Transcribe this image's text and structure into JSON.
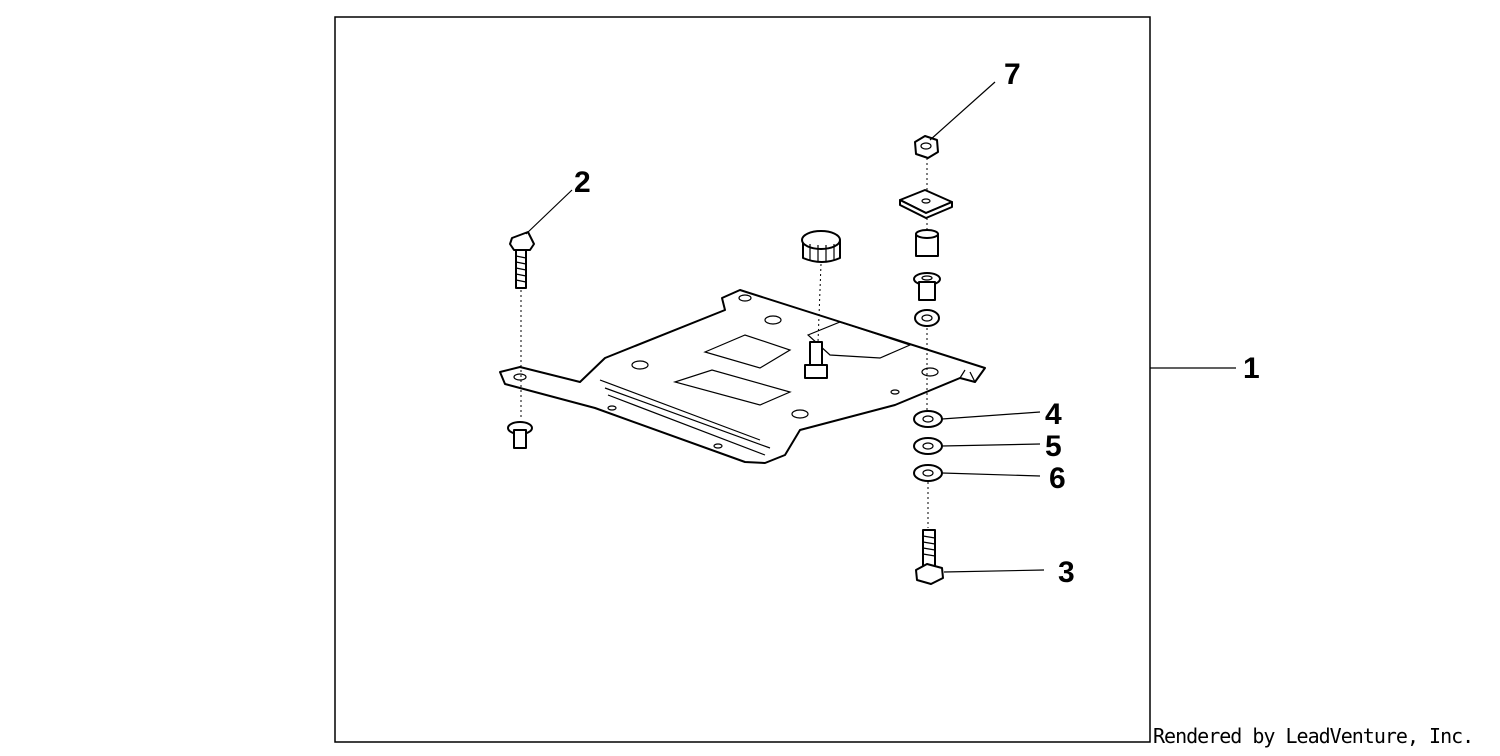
{
  "diagram": {
    "callouts": [
      {
        "id": "1",
        "label": "1"
      },
      {
        "id": "2",
        "label": "2"
      },
      {
        "id": "3",
        "label": "3"
      },
      {
        "id": "4",
        "label": "4"
      },
      {
        "id": "5",
        "label": "5"
      },
      {
        "id": "6",
        "label": "6"
      },
      {
        "id": "7",
        "label": "7"
      }
    ],
    "credit": "Rendered by LeadVenture, Inc."
  }
}
